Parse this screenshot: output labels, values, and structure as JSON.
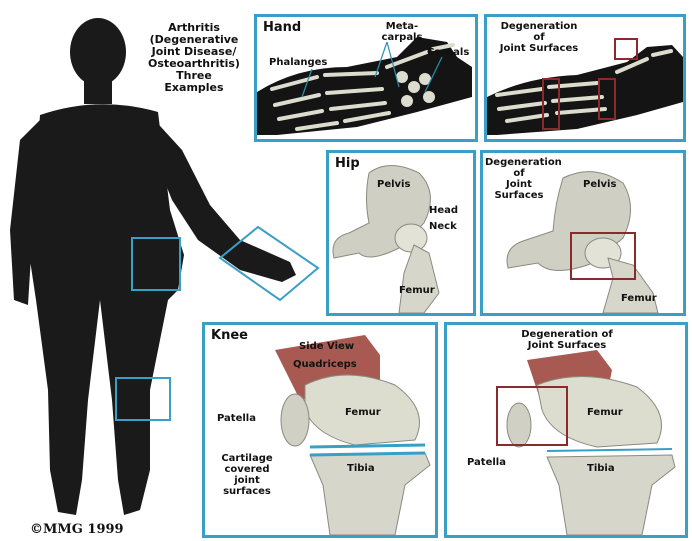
{
  "intro": {
    "line1": "Arthritis",
    "line2": "(Degenerative",
    "line3": "Joint Disease/",
    "line4": "Osteoarthritis)",
    "line5": "Three",
    "line6": "Examples"
  },
  "copyright": "©MMG 1999",
  "hand": {
    "title": "Hand",
    "metacarpals": [
      "Meta-",
      "carpals"
    ],
    "carpals": "Carpals",
    "phalanges": "Phalanges"
  },
  "hand_degen": {
    "lines": [
      "Degeneration",
      "of",
      "Joint Surfaces"
    ]
  },
  "hip": {
    "title": "Hip",
    "pelvis": "Pelvis",
    "head": "Head",
    "neck": "Neck",
    "femur": "Femur"
  },
  "hip_degen": {
    "lines": [
      "Degeneration",
      "of",
      "Joint",
      "Surfaces"
    ],
    "pelvis": "Pelvis",
    "femur": "Femur"
  },
  "knee": {
    "title": "Knee",
    "side_view": "Side View",
    "quadriceps": "Quadriceps",
    "patella": "Patella",
    "femur": "Femur",
    "tibia": "Tibia",
    "cartilage": [
      "Cartilage",
      "covered",
      "joint",
      "surfaces"
    ]
  },
  "knee_degen": {
    "lines": [
      "Degeneration of",
      "Joint Surfaces"
    ],
    "femur": "Femur",
    "tibia": "Tibia",
    "patella": "Patella"
  },
  "colors": {
    "panel_border": "#3a9fc6",
    "highlight_box": "#8a2b2b",
    "bone": "#dcdccf",
    "body": "#1a1a1a"
  }
}
